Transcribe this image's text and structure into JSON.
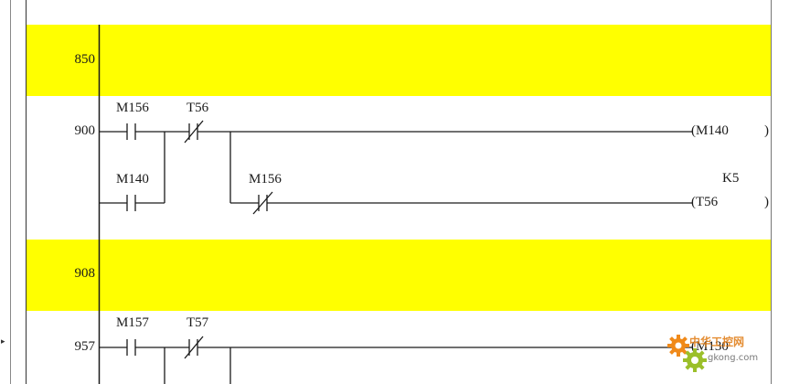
{
  "colors": {
    "comment_band": "#ffff00",
    "wire": "#1a1a1a",
    "text": "#1a1a1a",
    "watermark_orange": "#f08a1a"
  },
  "steps": [
    {
      "id": "s850",
      "label": "850"
    },
    {
      "id": "s900",
      "label": "900"
    },
    {
      "id": "s908",
      "label": "908"
    },
    {
      "id": "s957",
      "label": "957"
    }
  ],
  "contacts": {
    "c_m156_a": "M156",
    "c_t56": "T56",
    "c_m140": "M140",
    "c_m156_b": "M156",
    "c_m157": "M157",
    "c_t57": "T57"
  },
  "coils": {
    "m140": "(M140",
    "m140_close": ")",
    "t56": "(T56",
    "t56_close": ")",
    "t56_setting": "K5",
    "m130": "(M130"
  },
  "watermark": {
    "text": "中华工控网",
    "url": "gkong.com",
    "icon": "gear-icon"
  }
}
